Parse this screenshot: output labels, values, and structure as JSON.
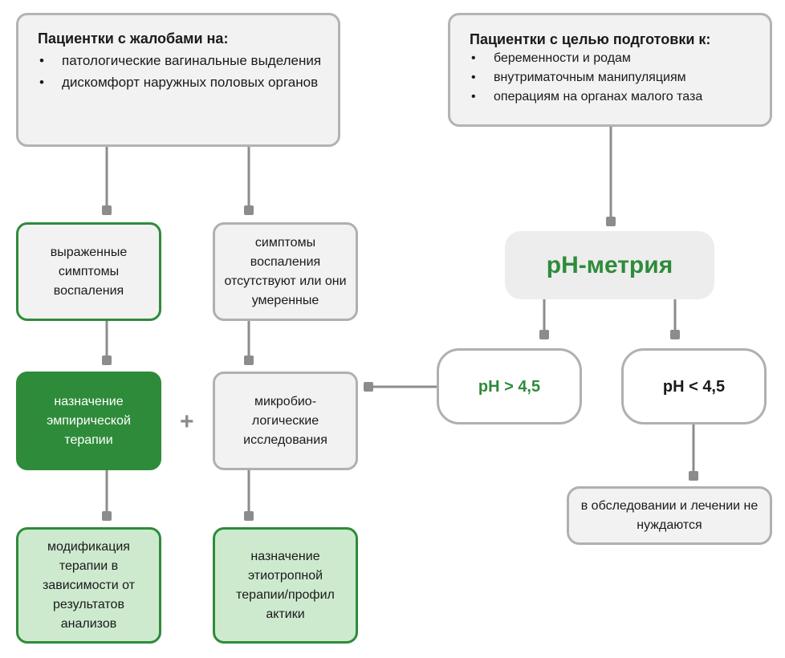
{
  "left_header": {
    "title": "Пациентки с жалобами на:",
    "items": [
      "патологические вагинальные выделения",
      "дискомфорт наружных половых органов"
    ]
  },
  "right_header": {
    "title": "Пациентки с целью подготовки к:",
    "items": [
      "беременности и родам",
      "внутриматочным манипуляциям",
      "операциям на органах малого таза"
    ]
  },
  "nodes": {
    "severe_symptoms": "выраженные симптомы воспаления",
    "mild_symptoms": "симптомы воспаления отсутствуют или они умеренные",
    "empiric_therapy": "назначение эмпирической терапии",
    "plus_sign": "+",
    "micro_tests": "микробио-логические исследования",
    "modify_therapy": "модификация терапии в зависимости от результатов анализов",
    "etiotropic": "назначение этиотропной терапии/профил актики",
    "ph_metry": "рН-метрия",
    "ph_high": "рН > 4,5",
    "ph_low": "рН < 4,5",
    "no_need": "в обследовании и лечении не нуждаются"
  },
  "colors": {
    "green": "#2e8b3a",
    "light_green": "#cdeacf",
    "gray_border": "#b0b0b0",
    "box_fill": "#f2f2f2",
    "connector": "#8c8c8c"
  }
}
